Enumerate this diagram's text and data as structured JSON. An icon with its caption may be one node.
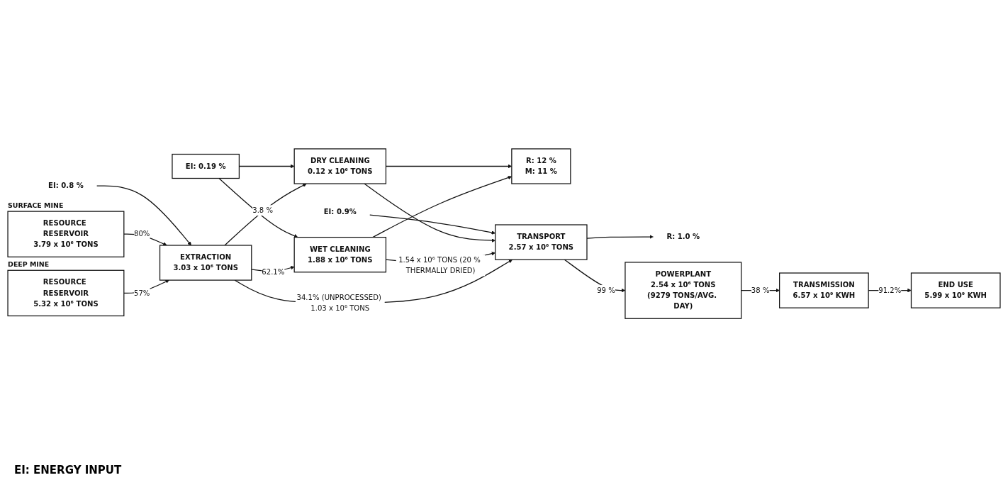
{
  "diagram": {
    "nodes": [
      {
        "text": [
          "RESOURCE RESERVOIR",
          "5.32 x 10⁶ TONS"
        ],
        "beside": [
          "DEEP MINE"
        ]
      },
      {
        "text": [
          "RESOURCE RESERVOIR",
          "3.79 x 10⁶ TONS"
        ],
        "beside": [
          "SURFACE MINE"
        ]
      },
      {
        "text": [
          "EXTRACTION",
          "3.03 x 10⁶ TONS"
        ]
      },
      {
        "text": [
          "EI: 0.8 %"
        ]
      },
      {
        "text": [
          "WET CLEANING",
          "1.88 x 10⁶ TONS"
        ]
      },
      {
        "text": [
          "EI: 0.19 %"
        ]
      },
      {
        "text": [
          "DRY CLEANING",
          "0.12 x 10⁶ TONS"
        ]
      },
      {
        "text": [
          "R: 12 %",
          "M: 11 %"
        ]
      },
      {
        "text": [
          "TRANSPORT",
          "2.57 x 10⁶ TONS"
        ]
      },
      {
        "text": [
          "EI: 0.9%"
        ]
      },
      {
        "text": [
          "R: 1.0 %"
        ]
      },
      {
        "text": [
          "POWERPLANT",
          "2.54 x 10⁶ TONS",
          "(9279 TONS/AVG. DAY)"
        ]
      },
      {
        "text": [
          "TRANSMISSION",
          "6.57 x 10⁹ KWH"
        ]
      },
      {
        "text": [
          "END USE",
          "5.99 x 10⁹ KWH"
        ]
      }
    ],
    "edges": [
      {
        "from": 0,
        "to": 2,
        "arrow": "to",
        "label": "57%"
      },
      {
        "from": 1,
        "to": 2,
        "arrow": "to",
        "label": "80%"
      },
      {
        "from": 3,
        "to": 2,
        "arrow": "to"
      },
      {
        "from": 2,
        "to": 8,
        "arrow": "to",
        "label": "34.1% (UNPROCESSED) 1.03 x 10⁶ TONS"
      },
      {
        "from": 2,
        "to": 4,
        "arrow": "to",
        "label": "62.1%"
      },
      {
        "from": 2,
        "to": 6,
        "arrow": "to",
        "label": "3.8 %"
      },
      {
        "from": 5,
        "to": 4,
        "arrow": "to"
      },
      {
        "from": 5,
        "to": 6,
        "arrow": "to"
      },
      {
        "from": 4,
        "to": 7,
        "arrow": "to"
      },
      {
        "from": 6,
        "to": 7,
        "arrow": "to"
      },
      {
        "from": 4,
        "to": 8,
        "arrow": "to",
        "label": "1.54 x 10⁶ TONS (20 % THERMALLY DRIED)"
      },
      {
        "from": 6,
        "to": 8,
        "arrow": "to"
      },
      {
        "from": 9,
        "to": 8,
        "arrow": "to"
      },
      {
        "from": 8,
        "to": 10,
        "arrow": "to"
      },
      {
        "from": 8,
        "to": 11,
        "arrow": "to",
        "label": "99 %"
      },
      {
        "from": 11,
        "to": 12,
        "arrow": "to",
        "label": "38 %"
      },
      {
        "from": 12,
        "to": 13,
        "arrow": "to",
        "label": "91.2%"
      }
    ],
    "labels": [
      "EI: ENERGY INPUT"
    ]
  }
}
